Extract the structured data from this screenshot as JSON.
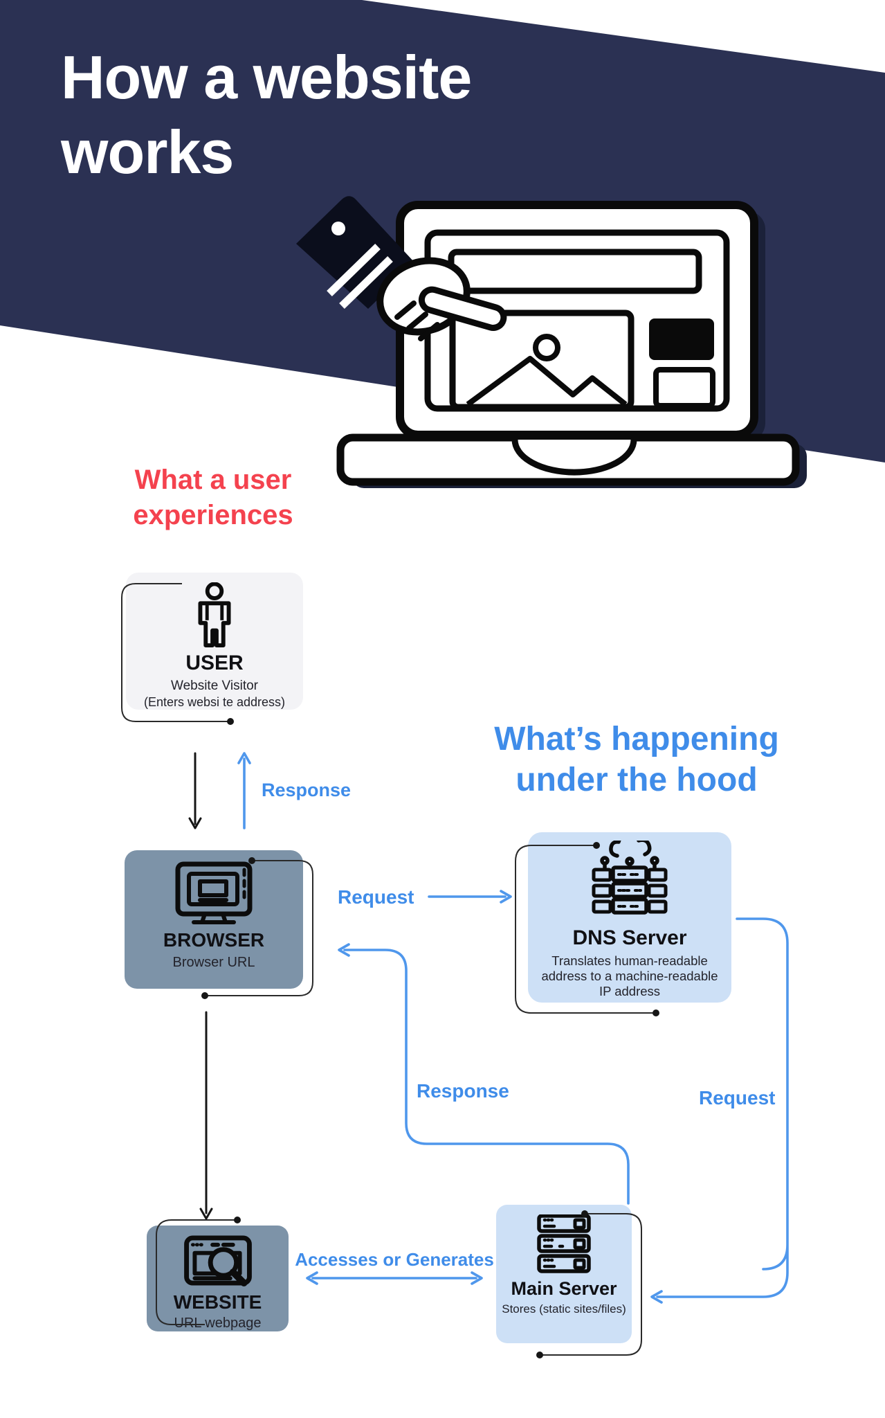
{
  "header": {
    "title_line1": "How a website",
    "title_line2": "works"
  },
  "sections": {
    "user_experience": {
      "line1": "What a user",
      "line2": "experiences"
    },
    "under_hood": {
      "line1": "What’s happening",
      "line2": "under the hood"
    }
  },
  "nodes": {
    "user": {
      "title": "USER",
      "sub1": "Website Visitor",
      "sub2": "(Enters websi te address)"
    },
    "browser": {
      "title": "BROWSER",
      "sub1": "Browser URL"
    },
    "dns": {
      "title": "DNS Server",
      "desc1": "Translates human-readable",
      "desc2": "address to a machine-readable",
      "desc3": "IP address"
    },
    "website": {
      "title": "WEBSITE",
      "sub1": "URL webpage"
    },
    "main_server": {
      "title": "Main Server",
      "sub1": "Stores (static sites/files)"
    }
  },
  "flow_labels": {
    "response_user": "Response",
    "request_dns": "Request",
    "response_main": "Response",
    "request_main": "Request",
    "accesses": "Accesses or Generates"
  },
  "icons": {
    "user": "person-icon",
    "browser": "monitor-icon",
    "dns": "cloud-servers-icon",
    "website": "browser-search-icon",
    "main_server": "server-stack-icon",
    "header": "laptop-pointing-hand-illustration"
  },
  "colors": {
    "header_navy": "#2b3153",
    "illustration_shadow": "#1b2139",
    "heading_red": "#f4424e",
    "heading_blue": "#3f8ce9",
    "arrow_blue": "#4f97ec",
    "box_slate": "#7d93a8",
    "box_light_blue": "#cde0f6",
    "box_light_gray": "#f3f3f6",
    "line_black": "#161616"
  }
}
